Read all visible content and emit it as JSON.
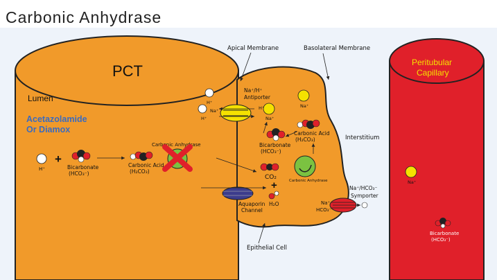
{
  "title": "Carbonic Anhydrase",
  "labels": {
    "pct": "PCT",
    "lumen": "Lumen",
    "drug_line1": "Acetazolamide",
    "drug_line2": "Or Diamox",
    "apical_membrane": "Apical Membrane",
    "basolateral_membrane": "Basolateral Membrane",
    "peritubular_line1": "Peritubular",
    "peritubular_line2": "Capillary",
    "interstitium": "Interstitium",
    "epithelial_cell": "Epithelial Cell",
    "antiporter_line1": "Na⁺/H⁺",
    "antiporter_line2": "Antiporter",
    "symporter_line1": "Na⁺/HCO₃⁻",
    "symporter_line2": "Symporter",
    "aquaporin_line1": "Aquaporin",
    "aquaporin_line2": "Channel",
    "carbonic_anhydrase_lumen": "Carbonic Anhydrase",
    "carbonic_anhydrase_cell": "Carbonic Anhydrase",
    "h_ion": "H⁺",
    "na_ion": "Na⁺",
    "hco3_ion": "HCO₃⁻",
    "co2": "CO₂",
    "h2o": "H₂O",
    "bicarbonate": "Bicarbonate",
    "bicarbonate_formula": "(HCO₃⁻)",
    "carbonic_acid": "Carbonic Acid",
    "carbonic_acid_formula": "(H₂CO₃)",
    "plus": "+"
  },
  "colors": {
    "orange": "#F19A2A",
    "red": "#E0202A",
    "yellow": "#F5E100",
    "green": "#7BC241",
    "blue_text": "#3B6BBF",
    "aquaporin": "#3C3C8C"
  }
}
